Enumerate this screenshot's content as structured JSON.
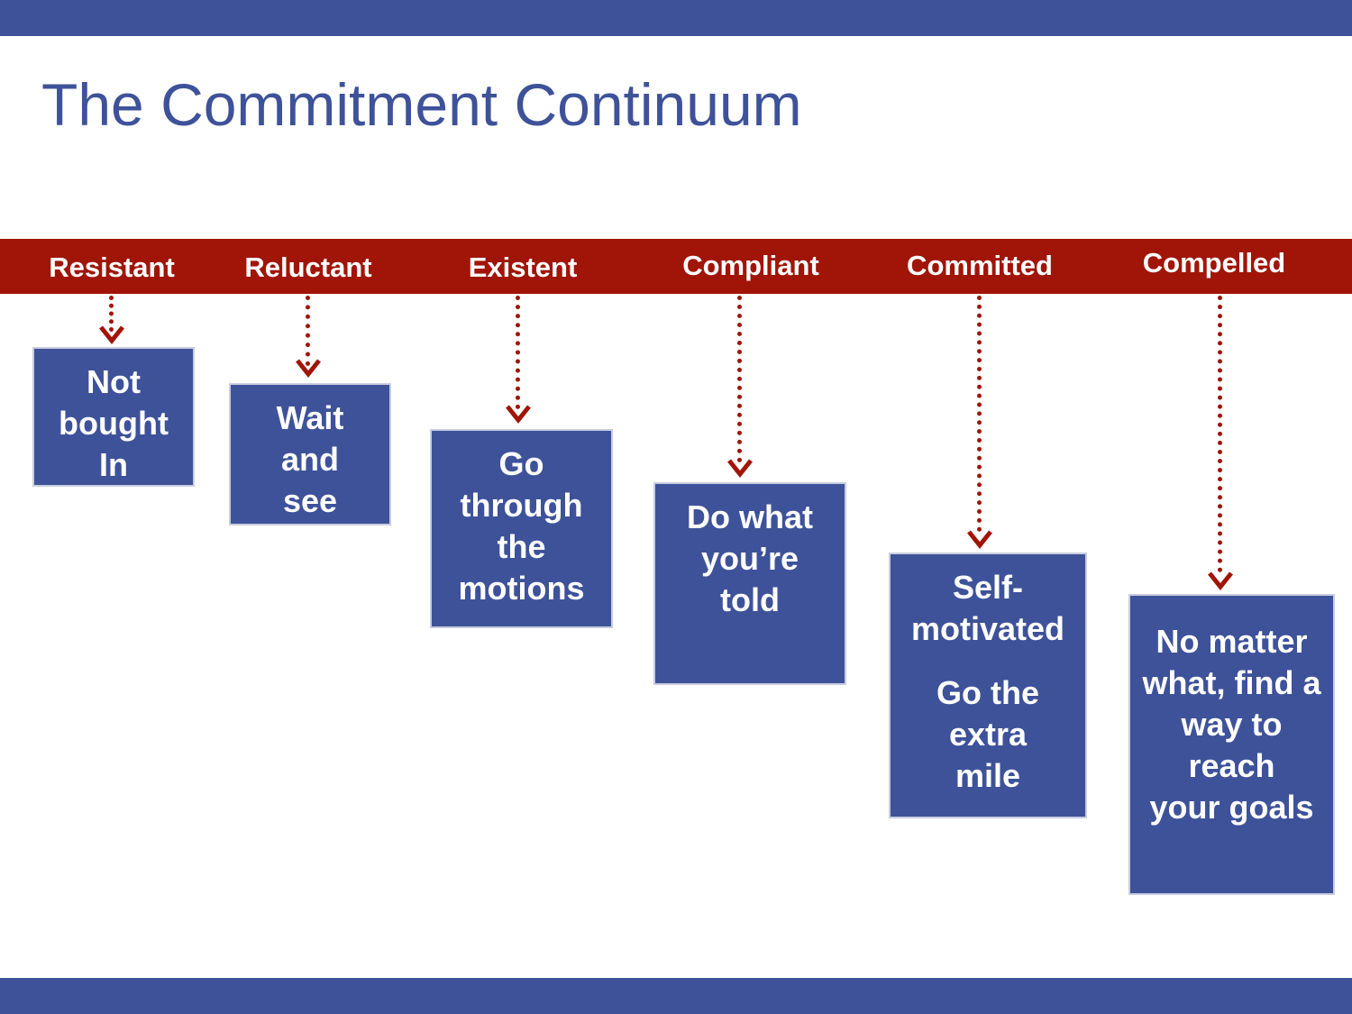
{
  "title": "The Commitment Continuum",
  "colors": {
    "brand_blue": "#3e529a",
    "band_red": "#a01508",
    "text_white": "#ffffff"
  },
  "stages": [
    {
      "label": "Resistant",
      "box_lines": [
        "Not",
        "bought",
        "In"
      ]
    },
    {
      "label": "Reluctant",
      "box_lines": [
        "Wait",
        "and",
        "see"
      ]
    },
    {
      "label": "Existent",
      "box_lines": [
        "Go",
        "through",
        "the",
        "motions"
      ]
    },
    {
      "label": "Compliant",
      "box_lines": [
        "Do what",
        "you’re",
        "told"
      ]
    },
    {
      "label": "Committed",
      "box_lines": [
        "Self-",
        "motivated"
      ],
      "box_lines_extra": [
        "Go the",
        "extra",
        "mile"
      ]
    },
    {
      "label": "Compelled",
      "box_lines": [
        "No matter",
        "what, find a",
        "way to",
        "reach",
        "your goals"
      ]
    }
  ]
}
